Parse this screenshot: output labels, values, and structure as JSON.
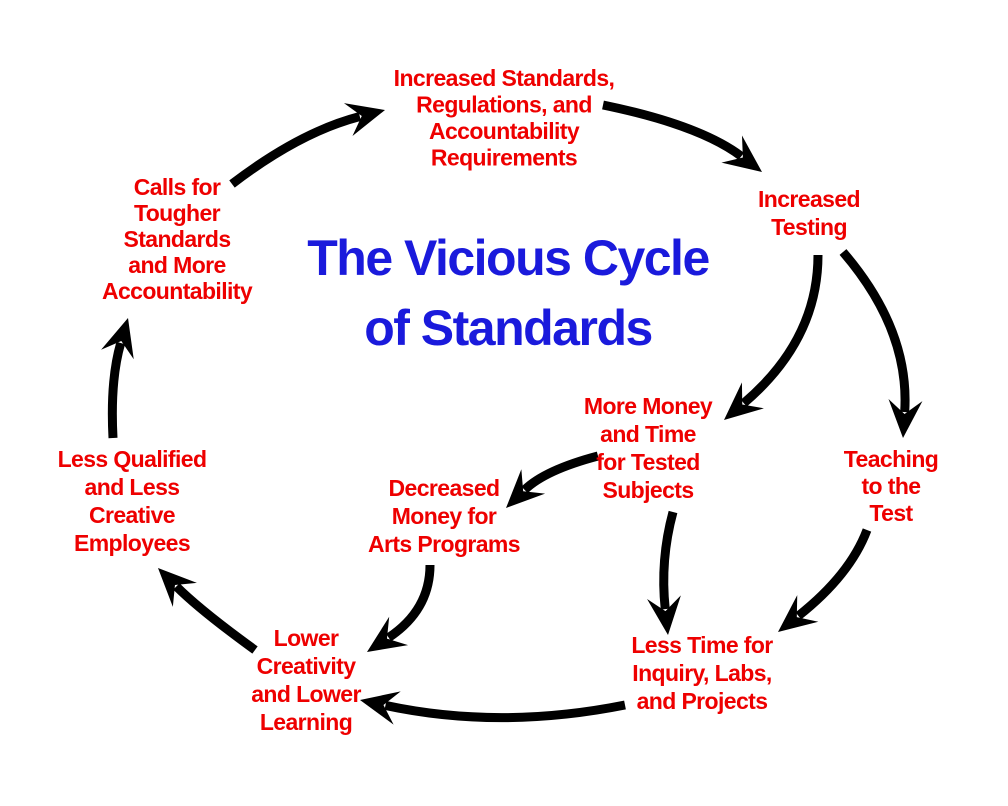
{
  "title": {
    "lines": [
      "The Vicious Cycle",
      "of Standards"
    ],
    "color": "#1a1adc"
  },
  "colors": {
    "node_text": "#ee0000",
    "arrow": "#000000",
    "background": "#ffffff"
  },
  "nodes": [
    {
      "id": "increased-standards",
      "lines": [
        "Increased Standards,",
        "Regulations, and",
        "Accountability",
        "Requirements"
      ]
    },
    {
      "id": "increased-testing",
      "lines": [
        "Increased",
        "Testing"
      ]
    },
    {
      "id": "more-money-time",
      "lines": [
        "More Money",
        "and Time",
        "for Tested",
        "Subjects"
      ]
    },
    {
      "id": "teaching-to-test",
      "lines": [
        "Teaching",
        "to the",
        "Test"
      ]
    },
    {
      "id": "decreased-arts",
      "lines": [
        "Decreased",
        "Money for",
        "Arts Programs"
      ]
    },
    {
      "id": "less-time-inquiry",
      "lines": [
        "Less Time for",
        "Inquiry, Labs,",
        "and Projects"
      ]
    },
    {
      "id": "lower-creativity",
      "lines": [
        "Lower",
        "Creativity",
        "and Lower",
        "Learning"
      ]
    },
    {
      "id": "less-qualified",
      "lines": [
        "Less Qualified",
        "and Less",
        "Creative",
        "Employees"
      ]
    },
    {
      "id": "calls-tougher",
      "lines": [
        "Calls for",
        "Tougher",
        "Standards",
        "and More",
        "Accountability"
      ]
    }
  ],
  "edges": [
    {
      "from": "calls-tougher",
      "to": "increased-standards"
    },
    {
      "from": "increased-standards",
      "to": "increased-testing"
    },
    {
      "from": "increased-testing",
      "to": "more-money-time"
    },
    {
      "from": "increased-testing",
      "to": "teaching-to-test"
    },
    {
      "from": "more-money-time",
      "to": "decreased-arts"
    },
    {
      "from": "more-money-time",
      "to": "less-time-inquiry"
    },
    {
      "from": "teaching-to-test",
      "to": "less-time-inquiry"
    },
    {
      "from": "decreased-arts",
      "to": "lower-creativity"
    },
    {
      "from": "less-time-inquiry",
      "to": "lower-creativity"
    },
    {
      "from": "lower-creativity",
      "to": "less-qualified"
    },
    {
      "from": "less-qualified",
      "to": "calls-tougher"
    }
  ]
}
